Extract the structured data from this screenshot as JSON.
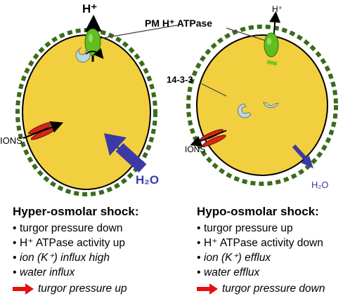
{
  "diagram": {
    "labels": {
      "proton_left": "H⁺",
      "proton_right": "H⁺",
      "pump": "PM H⁺ ATPase",
      "protein_1433": "14-3-3",
      "ions_left": "IONS",
      "ions_right": "IONS",
      "water_left": "H₂O",
      "water_right": "H₂O"
    },
    "colors": {
      "cell_fill": "#f2cf3e",
      "wall_dash": "#3a6b1c",
      "pump": "#5fbf1e",
      "channel": "#d4261a",
      "water_arrow": "#3c3aa6",
      "protein_1433": "#b9d9e2",
      "red_arrow": "#e0120f"
    }
  },
  "left_panel": {
    "title": "Hyper-osmolar shock:",
    "items": [
      {
        "text": "turgor pressure down",
        "italic": false
      },
      {
        "text": "H⁺ ATPase activity up",
        "italic": false
      },
      {
        "text": "ion (K⁺) influx high",
        "italic": true
      },
      {
        "text": "water influx",
        "italic": true
      }
    ],
    "result": "turgor pressure up"
  },
  "right_panel": {
    "title": "Hypo-osmolar shock:",
    "items": [
      {
        "text": "turgor pressure up",
        "italic": false
      },
      {
        "text": "H⁺ ATPase activity down",
        "italic": false
      },
      {
        "text": "ion (K⁺) efflux",
        "italic": true
      },
      {
        "text": "water efflux",
        "italic": true
      }
    ],
    "result": "turgor pressure down"
  }
}
